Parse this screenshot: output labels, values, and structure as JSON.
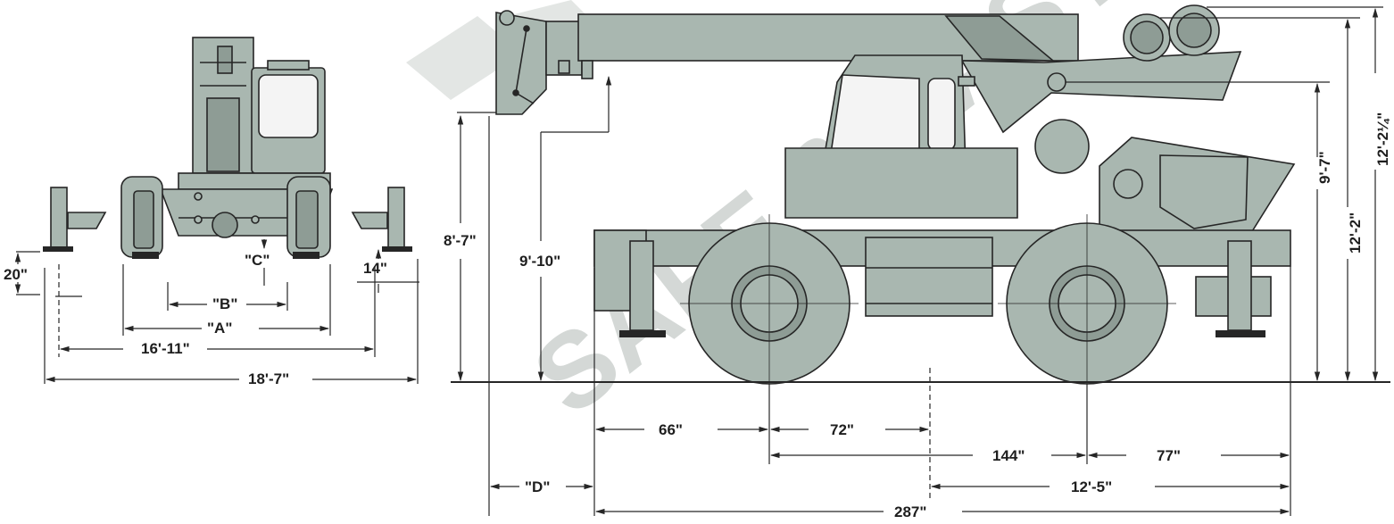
{
  "colors": {
    "body_fill": "#a9b7b0",
    "line": "#262626",
    "watermark": "#d4d8d6",
    "background": "#ffffff"
  },
  "watermark": {
    "text": "SAFE & EASY"
  },
  "front_view": {
    "labels": {
      "width_a": "\"A\"",
      "width_b": "\"B\"",
      "clearance_c": "\"C\"",
      "outrigger_inner": "16'-11\"",
      "outrigger_outer": "18'-7\"",
      "pad_height": "20\"",
      "ground_clearance": "14\""
    }
  },
  "side_view": {
    "labels": {
      "boom_tip_height": "8'-7\"",
      "boom_height": "9'-10\"",
      "pivot_height": "9'-7\"",
      "cab_height": "12'-2\"",
      "overall_height": "12'-2¼\"",
      "front_overhang": "66\"",
      "axle_to_center": "72\"",
      "wheelbase": "144\"",
      "rear_overhang": "77\"",
      "tail_swing": "12'-5\"",
      "boom_overhang_d": "\"D\"",
      "overall_length": "287\""
    }
  }
}
